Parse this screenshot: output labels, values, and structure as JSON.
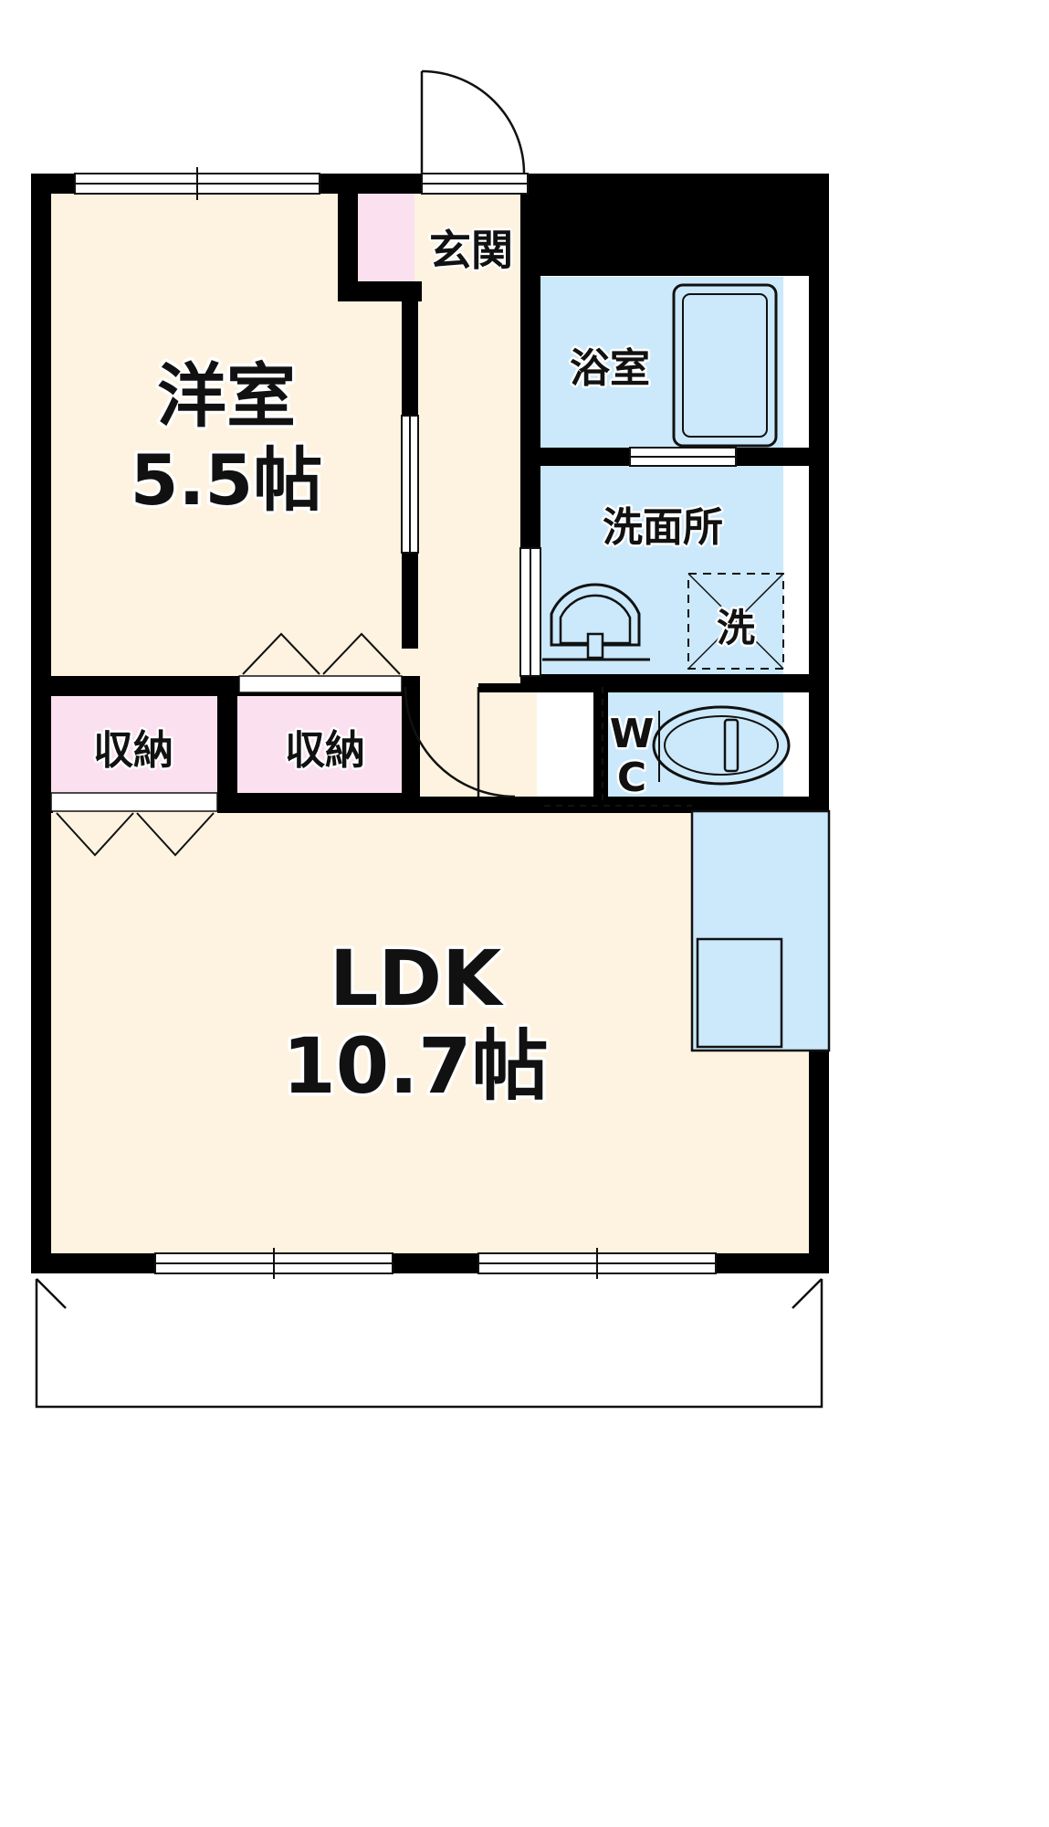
{
  "plan": {
    "type": "japanese-apartment-floor-plan",
    "layout_code": "1LDK",
    "colors": {
      "wall": "#000000",
      "room_floor": "#fdf3e0",
      "wet_area": "#cbe9fb",
      "closet": "#fbe1ef",
      "line": "#111111",
      "background": "#ffffff"
    },
    "rooms": [
      {
        "id": "washitsu",
        "name": "洋室",
        "area_label": "5.5帖",
        "tatami": 5.5,
        "fill": "room_floor"
      },
      {
        "id": "ldk",
        "name": "LDK",
        "area_label": "10.7帖",
        "tatami": 10.7,
        "fill": "room_floor"
      },
      {
        "id": "genkan",
        "name": "玄関",
        "area_label": "",
        "fill": "room_floor"
      },
      {
        "id": "yokushitsu",
        "name": "浴室",
        "area_label": "",
        "fill": "wet_area"
      },
      {
        "id": "senmenjo",
        "name": "洗面所",
        "area_label": "",
        "fill": "wet_area"
      },
      {
        "id": "wc",
        "name": "WC",
        "area_label": "",
        "fill": "wet_area"
      },
      {
        "id": "closet-left",
        "name": "収納",
        "area_label": "",
        "fill": "closet"
      },
      {
        "id": "closet-right",
        "name": "収納",
        "area_label": "",
        "fill": "closet"
      }
    ],
    "fixtures": [
      {
        "id": "washer-space",
        "name": "洗",
        "style": "dashed-box-with-cross"
      },
      {
        "id": "bathtub",
        "name": "bathtub",
        "style": "rounded-rect"
      },
      {
        "id": "vanity-sink",
        "name": "vanity-sink",
        "style": "rounded-basin"
      },
      {
        "id": "toilet",
        "name": "toilet",
        "style": "oval-with-tank"
      },
      {
        "id": "kitchen-counter",
        "name": "kitchen-counter",
        "style": "rect-with-sink"
      },
      {
        "id": "entry-door",
        "name": "entrance-door",
        "style": "quarter-arc-swing"
      },
      {
        "id": "ldk-door",
        "name": "ldk-door",
        "style": "quarter-arc-swing"
      },
      {
        "id": "balcony",
        "name": "balcony",
        "style": "outline"
      }
    ],
    "labels": {
      "washitsu_name": "洋室",
      "washitsu_size": "5.5帖",
      "ldk_name": "LDK",
      "ldk_size": "10.7帖",
      "genkan": "玄関",
      "yokushitsu": "浴室",
      "senmenjo": "洗面所",
      "washer": "洗",
      "wc_line1": "W",
      "wc_line2": "C",
      "closet_left": "収納",
      "closet_right": "収納"
    }
  }
}
